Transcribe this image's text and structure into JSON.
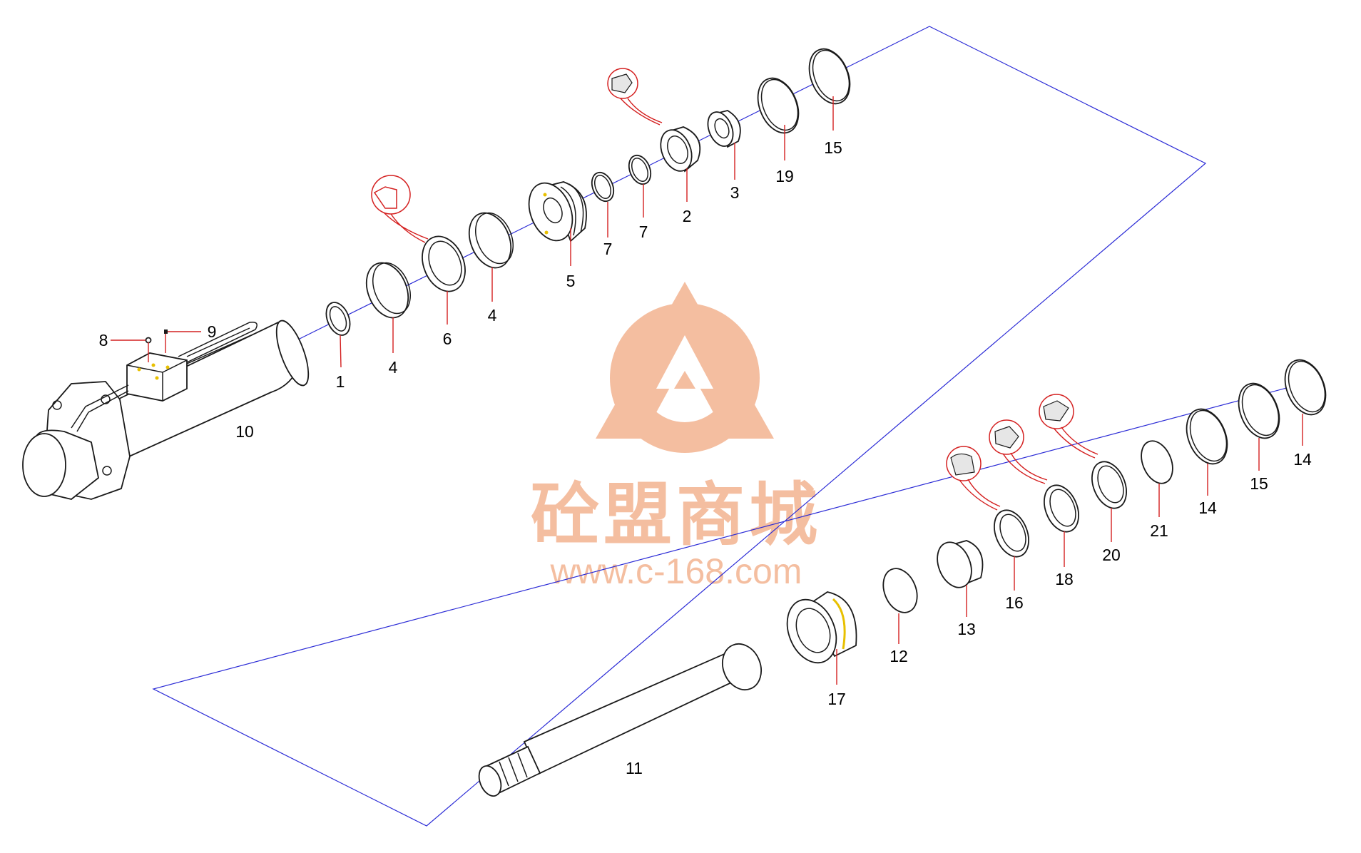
{
  "diagram": {
    "watermark": {
      "title": "砼盟商城",
      "url": "www.c-168.com",
      "color": "#f0a880"
    },
    "colors": {
      "axis": "#2b2bd6",
      "leader": "#d42020",
      "part_stroke": "#1a1a1a"
    },
    "labels": {
      "p1": "1",
      "p2": "2",
      "p3": "3",
      "p4a": "4",
      "p4b": "4",
      "p5": "5",
      "p6": "6",
      "p7a": "7",
      "p7b": "7",
      "p8": "8",
      "p9": "9",
      "p10": "10",
      "p11": "11",
      "p12": "12",
      "p13": "13",
      "p14a": "14",
      "p14b": "14",
      "p15a": "15",
      "p15b": "15",
      "p16": "16",
      "p17": "17",
      "p18": "18",
      "p19": "19",
      "p20": "20",
      "p21": "21"
    }
  }
}
